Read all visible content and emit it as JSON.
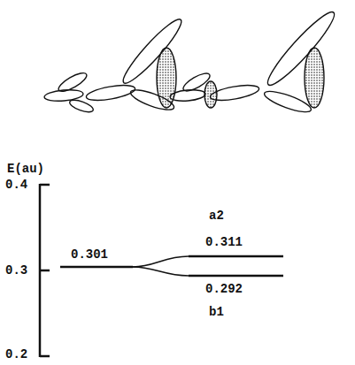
{
  "diagram": {
    "labels": [
      "E(au)",
      "0.4",
      "0.3",
      "0.2",
      "0.301",
      "a2",
      "0.311",
      "0.292",
      "b1"
    ]
  }
}
